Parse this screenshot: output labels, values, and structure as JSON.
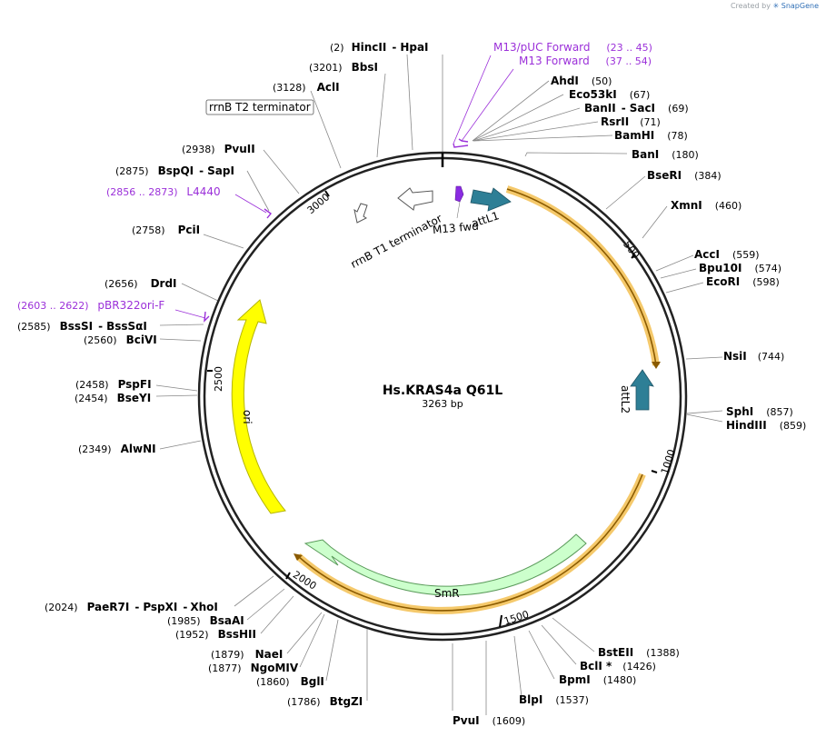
{
  "credit": {
    "prefix": "Created by",
    "brand": "SnapGene"
  },
  "plasmid": {
    "name": "Hs.KRAS4a Q61L",
    "length_label": "3263 bp",
    "length": 3263
  },
  "colors": {
    "backbone": "#222222",
    "primer": "#9b30d9",
    "attL": "#2e7f96",
    "smr": "#ccffcc",
    "ori": "#ffff00",
    "cds_highlight": "#f5c96b",
    "terminator": "#ffffff"
  },
  "ticks": [
    {
      "label": "500"
    },
    {
      "label": "1000"
    },
    {
      "label": "1500"
    },
    {
      "label": "2000"
    },
    {
      "label": "2500"
    },
    {
      "label": "3000"
    }
  ],
  "enzymes_right": [
    {
      "name": "AhdI",
      "pos": "(50)"
    },
    {
      "name": "Eco53kI",
      "pos": "(67)"
    },
    {
      "name": "BanII",
      "sep": "-",
      "name2": "SacI",
      "pos": "(69)"
    },
    {
      "name": "RsrII",
      "pos": "(71)"
    },
    {
      "name": "BamHI",
      "pos": "(78)"
    },
    {
      "name": "BanI",
      "pos": "(180)"
    },
    {
      "name": "BseRI",
      "pos": "(384)"
    },
    {
      "name": "XmnI",
      "pos": "(460)"
    },
    {
      "name": "AccI",
      "pos": "(559)"
    },
    {
      "name": "Bpu10I",
      "pos": "(574)"
    },
    {
      "name": "EcoRI",
      "pos": "(598)"
    },
    {
      "name": "NsiI",
      "pos": "(744)"
    },
    {
      "name": "SphI",
      "pos": "(857)"
    },
    {
      "name": "HindIII",
      "pos": "(859)"
    },
    {
      "name": "BstEII",
      "pos": "(1388)"
    },
    {
      "name": "BclI *",
      "pos": "(1426)"
    },
    {
      "name": "BpmI",
      "pos": "(1480)"
    },
    {
      "name": "BlpI",
      "pos": "(1537)"
    },
    {
      "name": "PvuI",
      "pos": "(1609)"
    }
  ],
  "enzymes_left": [
    {
      "name": "HincII",
      "sep": "-",
      "name2": "HpaI",
      "pos": "(2)"
    },
    {
      "name": "BbsI",
      "pos": "(3201)"
    },
    {
      "name": "AclI",
      "pos": "(3128)"
    },
    {
      "name": "PvuII",
      "pos": "(2938)"
    },
    {
      "name": "BspQI",
      "sep": "-",
      "name2": "SapI",
      "pos": "(2875)"
    },
    {
      "name": "PciI",
      "pos": "(2758)"
    },
    {
      "name": "DrdI",
      "pos": "(2656)"
    },
    {
      "name": "BssSI",
      "sep": "-",
      "name2": "BssSαI",
      "pos": "(2585)"
    },
    {
      "name": "BciVI",
      "pos": "(2560)"
    },
    {
      "name": "PspFI",
      "pos": "(2458)"
    },
    {
      "name": "BseYI",
      "pos": "(2454)"
    },
    {
      "name": "AlwNI",
      "pos": "(2349)"
    },
    {
      "name": "PaeR7I",
      "sep": "-",
      "name2": "PspXI",
      "sep2": "-",
      "name3": "XhoI",
      "pos": "(2024)"
    },
    {
      "name": "BsaAI",
      "pos": "(1985)"
    },
    {
      "name": "BssHII",
      "pos": "(1952)"
    },
    {
      "name": "NaeI",
      "pos": "(1879)"
    },
    {
      "name": "NgoMIV",
      "pos": "(1877)"
    },
    {
      "name": "BglI",
      "pos": "(1860)"
    },
    {
      "name": "BtgZI",
      "pos": "(1786)"
    }
  ],
  "primers": [
    {
      "name": "M13/pUC Forward",
      "range": "(23 .. 45)"
    },
    {
      "name": "M13 Forward",
      "range": "(37 .. 54)"
    },
    {
      "name": "L4440",
      "range": "(2856 .. 2873)"
    },
    {
      "name": "pBR322ori-F",
      "range": "(2603 .. 2622)"
    }
  ],
  "features": {
    "rrnB_T2": "rrnB T2 terminator",
    "rrnB_T1": "rrnB T1 terminator",
    "m13_fwd": "M13 fwd",
    "attL1": "attL1",
    "attL2": "attL2",
    "smr": "SmR",
    "ori": "ori"
  }
}
